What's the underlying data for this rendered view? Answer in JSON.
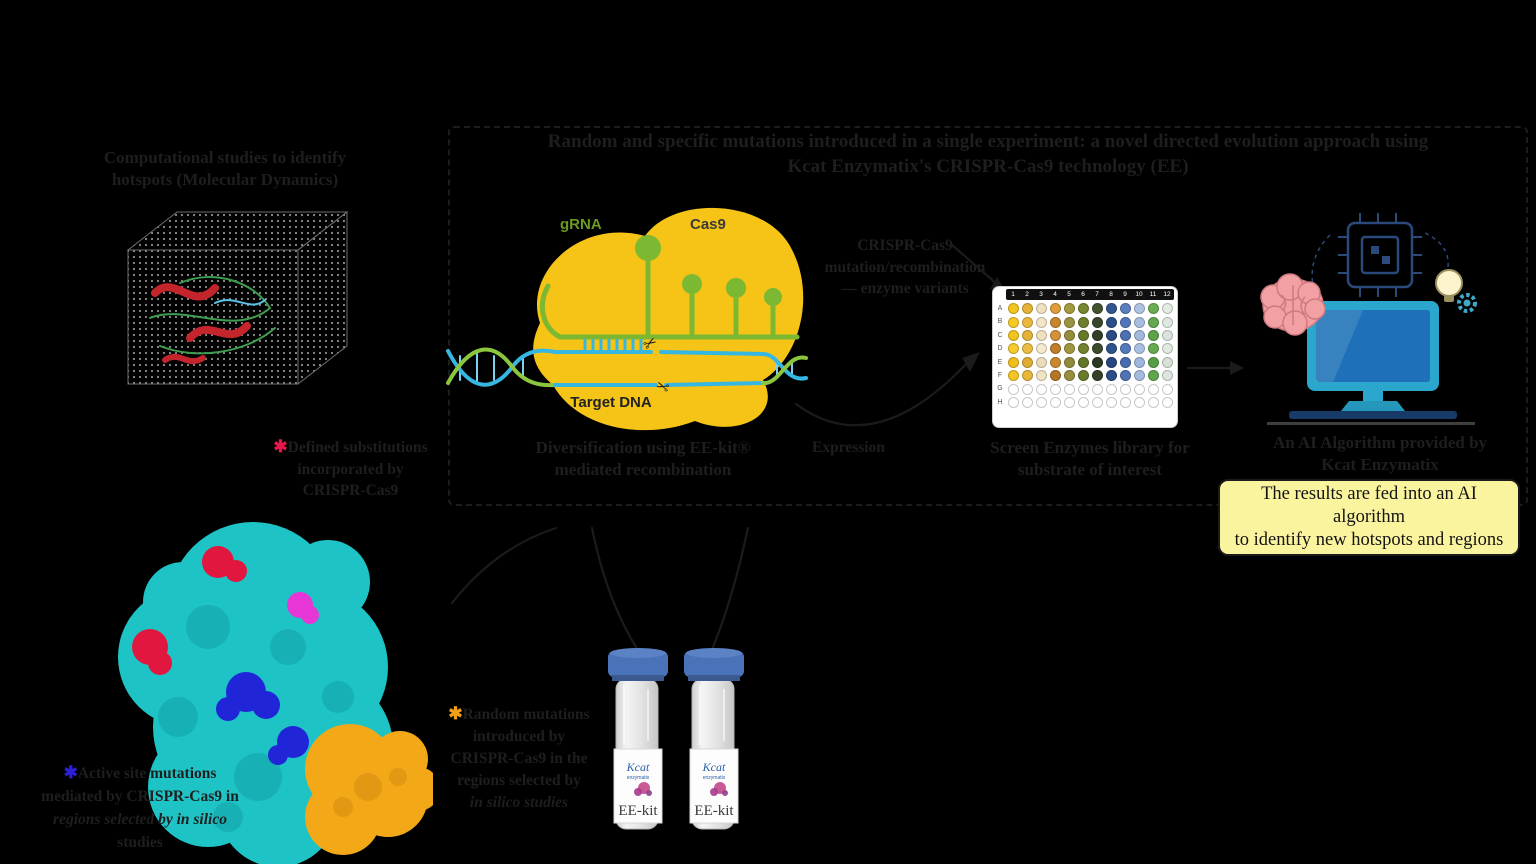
{
  "figure": {
    "background": "#000000",
    "text_color": "#1e1e1e"
  },
  "title": {
    "lines": [
      "Random and specific mutations introduced in a single experiment: a novel directed evolution approach using",
      "Kcat Enzymatix's CRISPR-Cas9 technology (EE)"
    ]
  },
  "md_panel": {
    "caption": [
      "Computational studies to identify",
      "hotspots (Molecular Dynamics)"
    ]
  },
  "red_note": {
    "symbol": "✱",
    "color": "#E8174B",
    "lines": [
      "Defined substitutions",
      "incorporated by",
      "CRISPR-Cas9"
    ]
  },
  "blue_note": {
    "symbol": "✱",
    "color": "#2B1FD8",
    "lines": [
      "Active site mutations",
      "mediated by CRISPR-Cas9 in",
      "regions selected by in silico",
      "studies"
    ]
  },
  "yellow_note": {
    "symbol": "✱",
    "color": "#F0A11B",
    "lines": [
      "Random mutations",
      "introduced by",
      "CRISPR-Cas9 in the",
      "regions selected by",
      "in silico studies"
    ]
  },
  "cas9_diagram": {
    "grna_label": "gRNA",
    "cas9_label": "Cas9",
    "target_dna_label": "Target DNA",
    "caption": [
      "Diversification using EE-kit®",
      "mediated recombination"
    ],
    "blob_color": "#F5C417",
    "grna_color": "#7CB832",
    "dna_blue": "#35B7E2",
    "dna_green": "#8CC63F"
  },
  "mutation_note": {
    "lines": [
      "CRISPR-Cas9",
      "mutation/recombination",
      "— enzyme variants"
    ]
  },
  "expression_label": "Expression",
  "plate": {
    "column_labels": [
      "1",
      "2",
      "3",
      "4",
      "5",
      "6",
      "7",
      "8",
      "9",
      "10",
      "11",
      "12"
    ],
    "row_labels": [
      "A",
      "B",
      "C",
      "D",
      "E",
      "F",
      "G",
      "H"
    ],
    "well_colors": [
      [
        "#F4C51D",
        "#E6B23A",
        "#F0E2BE",
        "#DE9E3B",
        "#A39A42",
        "#788731",
        "#45522F",
        "#33568F",
        "#5B7FBC",
        "#AFC3E2",
        "#6AAE54",
        "#E4ECE4"
      ],
      [
        "#F6C926",
        "#EAB83F",
        "#F2E6C6",
        "#C8862F",
        "#9A9340",
        "#6F7E2D",
        "#39472A",
        "#2C4E88",
        "#5276B8",
        "#A8BEE0",
        "#63A84F",
        "#DFE8E0"
      ],
      [
        "#F3C41F",
        "#E5B239",
        "#EEE0BD",
        "#D2913A",
        "#948D3C",
        "#68772B",
        "#303D26",
        "#294A83",
        "#4C70B2",
        "#A2B9DD",
        "#5CA249",
        "#DAE4DB"
      ],
      [
        "#F6CA2D",
        "#ECBD44",
        "#F4EACD",
        "#BF7E2B",
        "#A1963F",
        "#73822F",
        "#3D4B2C",
        "#2F528C",
        "#5579BA",
        "#ABC0E1",
        "#66AB51",
        "#E1EAE1"
      ],
      [
        "#F1BF1C",
        "#E1AC33",
        "#ECDDB8",
        "#C9882F",
        "#908A3A",
        "#647428",
        "#2C3823",
        "#26467F",
        "#486CAF",
        "#9EB6DB",
        "#579F45",
        "#D6E1D7"
      ],
      [
        "#F4C524",
        "#E7B63C",
        "#F0E4C4",
        "#B37526",
        "#978F3E",
        "#6B7A2D",
        "#344128",
        "#2B4C85",
        "#4F73B5",
        "#A5BBDE",
        "#60A54C",
        "#DCE6DD"
      ]
    ],
    "empty_rows": 2,
    "caption": [
      "Screen Enzymes library for",
      "substrate of interest"
    ]
  },
  "ai_panel": {
    "caption": [
      "An AI Algorithm provided by",
      "Kcat Enzymatix"
    ],
    "note_box": {
      "lines": [
        "The results are fed into an AI algorithm",
        "to identify new hotspots and regions"
      ],
      "background": "#FBF49E",
      "border": "#1a1a1a"
    }
  },
  "tubes": {
    "brand": "Kcat",
    "brand_sub": "enzymatix",
    "label": "EE-kit"
  }
}
